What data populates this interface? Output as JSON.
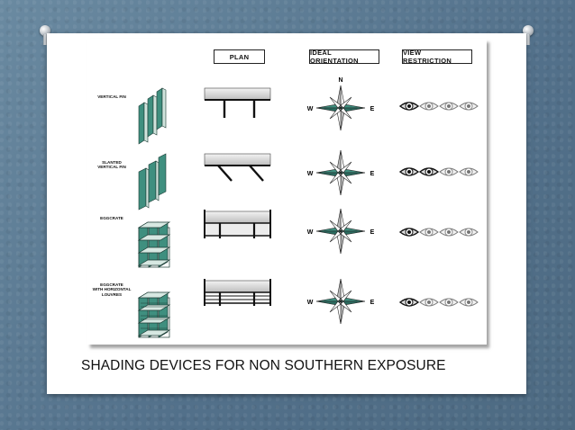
{
  "headers": {
    "plan": "PLAN",
    "ideal_orientation": "IDEAL ORIENTATION",
    "view_restriction": "VIEW RESTRICTION"
  },
  "rows": [
    {
      "label_lines": [
        "VERTICAL FIN"
      ],
      "view_restriction_level": 0.25
    },
    {
      "label_lines": [
        "SLANTED",
        "VERTICAL FIN"
      ],
      "view_restriction_level": 0.5
    },
    {
      "label_lines": [
        "EGGCRATE"
      ],
      "view_restriction_level": 0.25
    },
    {
      "label_lines": [
        "EGGCRATE",
        "WITH HORIZONTAL",
        "LOUVRES"
      ],
      "view_restriction_level": 0.25
    }
  ],
  "compass": {
    "n": "N",
    "w": "W",
    "e": "E"
  },
  "caption": "SHADING DEVICES FOR NON SOUTHERN EXPOSURE",
  "colors": {
    "accent": "#3f8f7f",
    "background": "#5f7e95"
  }
}
